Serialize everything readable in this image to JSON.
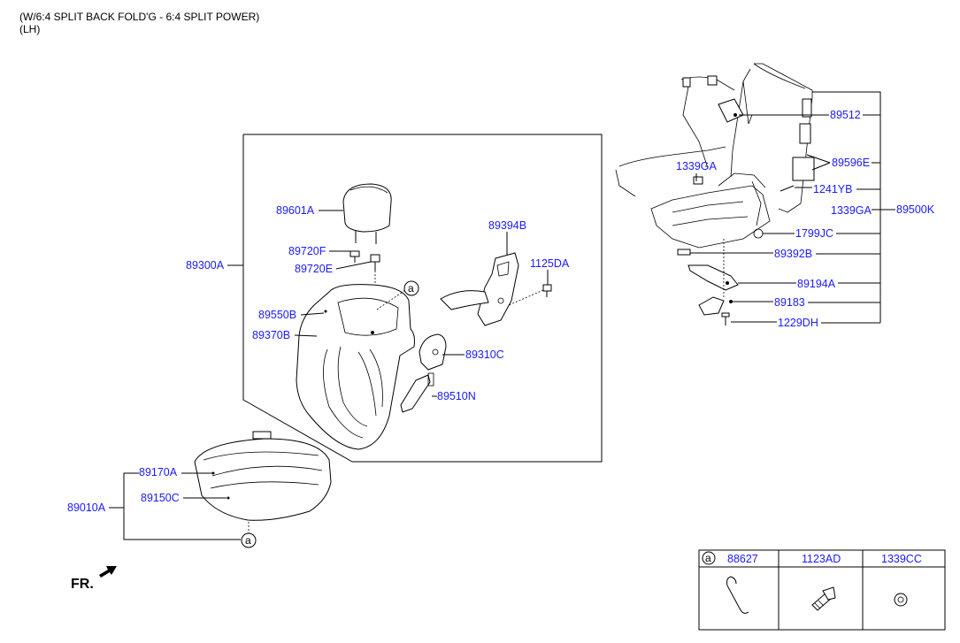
{
  "header": {
    "line1": "(W/6:4 SPLIT BACK FOLD'G - 6:4 SPLIT POWER)",
    "line2": "(LH)"
  },
  "labels": {
    "p89601A": "89601A",
    "p89720F": "89720F",
    "p89720E": "89720E",
    "p89300A": "89300A",
    "p89550B": "89550B",
    "p89370B": "89370B",
    "p89394B": "89394B",
    "p1125DA": "1125DA",
    "p89310C": "89310C",
    "p89510N": "89510N",
    "p89170A": "89170A",
    "p89150C": "89150C",
    "p89010A": "89010A",
    "p89512": "89512",
    "p1339GA_a": "1339GA",
    "p89596E": "89596E",
    "p1241YB": "1241YB",
    "p1339GA_b": "1339GA",
    "p89500K": "89500K",
    "p1799JC": "1799JC",
    "p89392B": "89392B",
    "p89194A": "89194A",
    "p89183": "89183",
    "p1229DH": "1229DH"
  },
  "markers": {
    "a_marker_1": "a",
    "a_marker_2": "a"
  },
  "front_indicator": "FR.",
  "parts_table": {
    "marker": "a",
    "columns": [
      "88627",
      "1123AD",
      "1339CC"
    ]
  },
  "colors": {
    "label": "#1a1aff",
    "line": "#000000"
  }
}
